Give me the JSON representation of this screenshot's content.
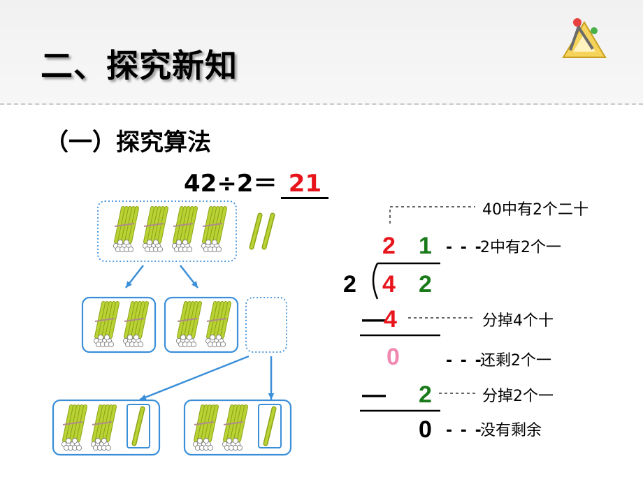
{
  "title": "二、探究新知",
  "subtitle": "（一）探究算法",
  "equation": {
    "expression": "42÷2＝",
    "answer": "21"
  },
  "icon": "compass-ruler-icon",
  "division": {
    "divisor": "2",
    "quotient": [
      "2",
      "1"
    ],
    "dividend": [
      "4",
      "2"
    ],
    "step1_subtract": "4",
    "step1_remainder": "0",
    "step2_subtract": "2",
    "final_remainder": "0",
    "minus_sign": "—"
  },
  "annotations": [
    {
      "dash": "- - -",
      "text": "40中有2个二十"
    },
    {
      "dash": "- - -",
      "text": "2中有2个一"
    },
    {
      "dash": "- - -",
      "text": "分掉4个十"
    },
    {
      "dash": "- - -",
      "text": "还剩2个一"
    },
    {
      "dash": "- - -",
      "text": "分掉2个一"
    },
    {
      "dash": "- - -",
      "text": "没有剩余"
    }
  ],
  "manipulatives": {
    "top_bundles": 4,
    "top_sticks": 2,
    "mid_groups": [
      {
        "bundles": 2
      },
      {
        "bundles": 2
      },
      {
        "bundles": 0
      }
    ],
    "bottom_groups": [
      {
        "bundles": 2,
        "sticks": 1
      },
      {
        "bundles": 2,
        "sticks": 1
      }
    ]
  },
  "colors": {
    "red": "#e8141c",
    "green": "#1a7a1a",
    "pink": "#f088b0",
    "blue": "#3b8fd9",
    "stick": "#b9d234"
  }
}
